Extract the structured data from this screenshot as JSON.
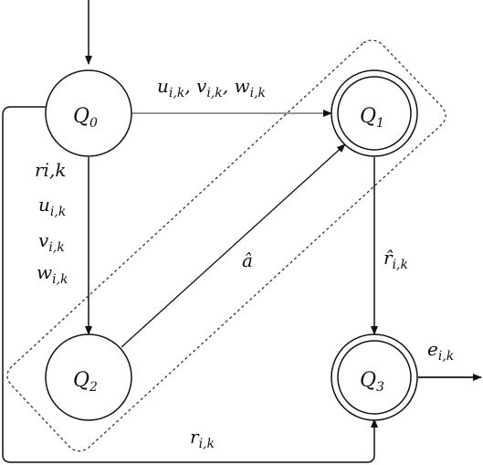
{
  "nodes": {
    "q0": {
      "name": "Q",
      "sub": "0"
    },
    "q1": {
      "name": "Q",
      "sub": "1"
    },
    "q2": {
      "name": "Q",
      "sub": "2"
    },
    "q3": {
      "name": "Q",
      "sub": "3"
    }
  },
  "edges": {
    "q0_q1": {
      "u": "u",
      "u_sub": "i,k",
      "v": "v",
      "v_sub": "i,k",
      "w": "w",
      "w_sub": "i,k"
    },
    "q0_q2": {
      "r": "ri,k",
      "u": "u",
      "u_sub": "i,k",
      "v": "v",
      "v_sub": "i,k",
      "w": "w",
      "w_sub": "i,k"
    },
    "q2_q1": {
      "label": "â"
    },
    "q1_q3": {
      "label": "r̂",
      "sub": "i,k"
    },
    "q0_q3": {
      "label": "r",
      "sub": "i,k"
    },
    "q3_out": {
      "label": "e",
      "sub": "i,k"
    }
  }
}
